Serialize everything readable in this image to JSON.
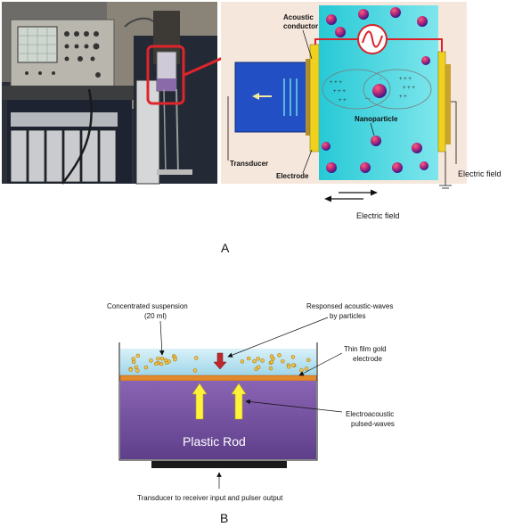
{
  "panel_a": {
    "label": "A",
    "diagram": {
      "acoustic_conductor": "Acoustic\nconductor",
      "transducer": "Transducer",
      "electrode": "Electrode",
      "nanoparticle": "Nanoparticle",
      "electric_field_right": "Electric field",
      "electric_field_bottom": "Electric field"
    },
    "colors": {
      "transducer_bg": "#f6e7dc",
      "transducer_block": "#1f4fbf",
      "cell_fill": "#39d3dd",
      "electrode_gold": "#f0d21e",
      "circuit_red": "#d9222a",
      "particle": "#b0287a"
    }
  },
  "panel_b": {
    "label": "B",
    "concentrated_suspension": "Concentrated suspension\n(20 ml)",
    "responsed_waves": "Responsed acoustic-waves\nby particles",
    "thin_film": "Thin film gold\nelectrode",
    "electroacoustic": "Electroacoustic\npulsed-waves",
    "plastic_rod": "Plastic Rod",
    "transducer_caption": "Transducer to receiver input and pulser output",
    "colors": {
      "suspension": "#bfe6f2",
      "rod": "#7c58a6",
      "gold_layer": "#e1892b",
      "arrow_yellow": "#fff23a",
      "particle": "#f3c24a"
    }
  }
}
